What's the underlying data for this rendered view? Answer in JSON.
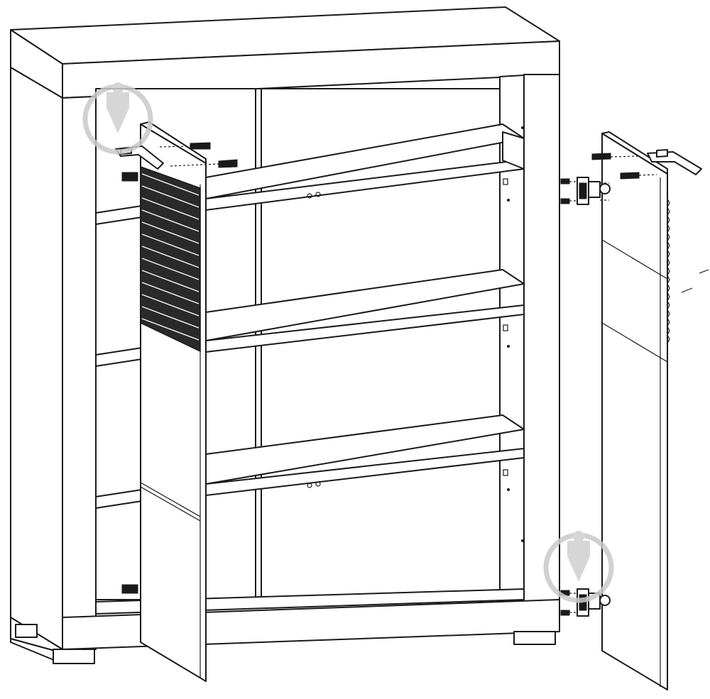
{
  "diagram": {
    "parts": [
      "cabinet-body",
      "top-panel",
      "left-side-panel",
      "right-side-panel",
      "center-divider",
      "shelf-top",
      "shelf-middle",
      "shelf-bottom",
      "bottom-panel",
      "plinth",
      "left-door",
      "right-door",
      "door-handle",
      "door-hinge",
      "screw"
    ],
    "colors": {
      "line": "#1a1a1a",
      "panel_fill": "#ffffff",
      "watermark": "#c9c9c9"
    },
    "icons": [
      "watermark-icon",
      "screw-icon",
      "hinge-icon",
      "handle-icon"
    ]
  }
}
